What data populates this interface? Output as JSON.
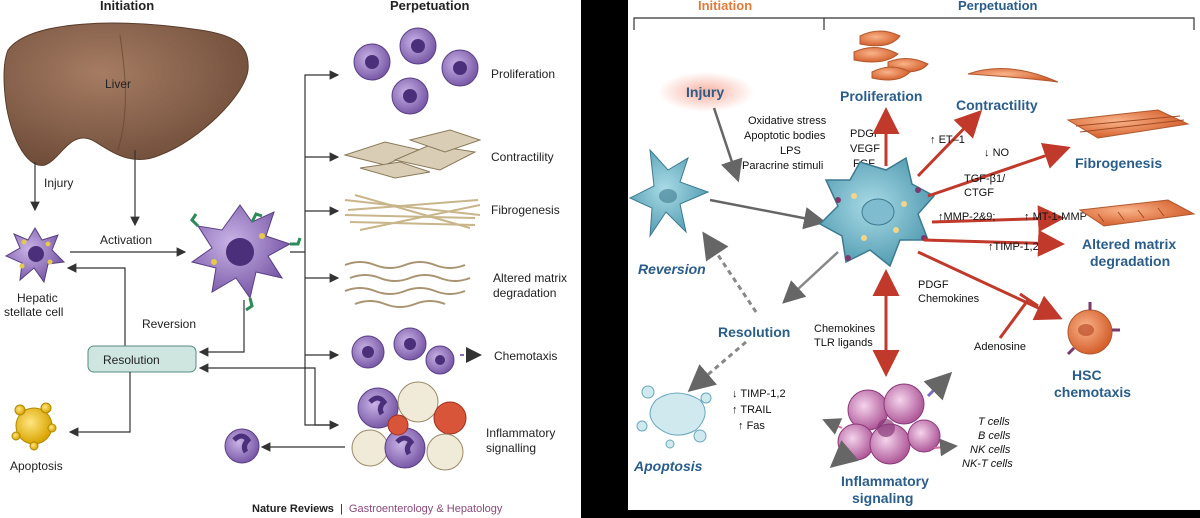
{
  "left": {
    "header_initiation": "Initiation",
    "header_perpetuation": "Perpetuation",
    "liver": "Liver",
    "injury": "Injury",
    "activation": "Activation",
    "hsc_line1": "Hepatic",
    "hsc_line2": "stellate cell",
    "reversion": "Reversion",
    "resolution": "Resolution",
    "apoptosis": "Apoptosis",
    "proliferation": "Proliferation",
    "contractility": "Contractility",
    "fibrogenesis": "Fibrogenesis",
    "altered_line1": "Altered matrix",
    "altered_line2": "degradation",
    "chemotaxis": "Chemotaxis",
    "inflam_line1": "Inflammatory",
    "inflam_line2": "signalling",
    "credit_journal": "Nature Reviews",
    "credit_sep": "|",
    "credit_section": "Gastroenterology & Hepatology"
  },
  "right": {
    "header_initiation": "Initiation",
    "header_perpetuation": "Perpetuation",
    "injury": "Injury",
    "stimuli": [
      "Oxidative stress",
      "Apoptotic bodies",
      "LPS",
      "Paracrine stimuli"
    ],
    "growth_factors": [
      "PDGF",
      "VEGF",
      "FGF"
    ],
    "proliferation": "Proliferation",
    "contractility": "Contractility",
    "et1": "ET–1",
    "no": "NO",
    "fibrogenesis": "Fibrogenesis",
    "tgf_line1": "TGF-β1/",
    "tgf_line2": "CTGF",
    "mmp": "MMP-2&9;",
    "mt1mmp": "MT-1-MMP",
    "timp": "TIMP-1,2",
    "altered_line1": "Altered matrix",
    "altered_line2": "degradation",
    "reversion": "Reversion",
    "resolution": "Resolution",
    "pdgf_chemo_line1": "PDGF",
    "pdgf_chemo_line2": "Chemokines",
    "adenosine": "Adenosine",
    "hsc_line1": "HSC",
    "hsc_line2": "chemotaxis",
    "chemokines_line1": "Chemokines",
    "chemokines_line2": "TLR ligands",
    "apoptosis_factors": [
      "TIMP-1,2",
      "TRAIL",
      "Fas"
    ],
    "apoptosis": "Apoptosis",
    "lymphocytes": [
      "T cells",
      "B cells",
      "NK cells",
      "NK-T cells"
    ],
    "inflam_line1": "Inflammatory",
    "inflam_line2": "signaling"
  },
  "colors": {
    "initiation_header": "#e07b39",
    "perpetuation_header": "#2a5d8a",
    "label_blue": "#2a5d8a",
    "red_arrow": "#c0392b",
    "liver": "#8b6650",
    "stellate": "#8b6fb8",
    "hsc_activated": "#6fb3c8",
    "resolution_box": "#cfe6e0"
  }
}
